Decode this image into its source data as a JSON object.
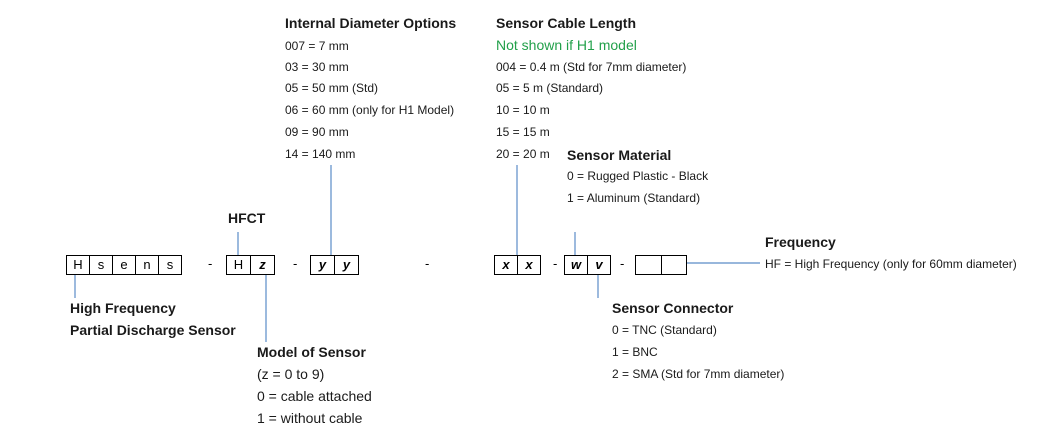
{
  "code": {
    "prefix_letters": [
      "H",
      "s",
      "e",
      "n",
      "s"
    ],
    "hfct_letters": [
      "H",
      "z"
    ],
    "diameter_letters": [
      "y",
      "y"
    ],
    "cable_letters": [
      "x",
      "x"
    ],
    "connector_letters": [
      "w",
      "v"
    ],
    "frequency_letters": [
      "",
      ""
    ],
    "separators": [
      "-",
      "-",
      "-",
      "-",
      "-",
      "-"
    ]
  },
  "hfct": {
    "title": "HFCT"
  },
  "diameter": {
    "title": "Internal Diameter Options",
    "options": [
      "007 = 7 mm",
      "03 = 30 mm",
      "05 = 50 mm  (Std)",
      "06 = 60 mm (only for H1 Model)",
      "09 = 90 mm",
      "14 = 140 mm"
    ]
  },
  "cable": {
    "title": "Sensor Cable Length",
    "note": "Not shown if H1 model",
    "options": [
      "004 = 0.4 m  (Std for 7mm diameter)",
      "05 = 5 m  (Standard)",
      "10 = 10 m",
      "15 = 15 m",
      "20 = 20 m"
    ]
  },
  "material": {
    "title": "Sensor Material",
    "options": [
      "0 = Rugged Plastic - Black",
      "1 = Aluminum (Standard)"
    ]
  },
  "frequency": {
    "title": "Frequency",
    "options": [
      "HF = High Frequency (only for 60mm diameter)"
    ]
  },
  "sensor_type": {
    "line1": "High Frequency",
    "line2": "Partial Discharge Sensor"
  },
  "model": {
    "title": "Model of Sensor",
    "options": [
      "(z = 0 to 9)",
      "0 = cable attached",
      "1 = without cable"
    ]
  },
  "connector": {
    "title": "Sensor Connector",
    "options": [
      "0 = TNC (Standard)",
      "1 = BNC",
      "2 = SMA (Std for 7mm diameter)"
    ]
  },
  "colors": {
    "leader": "#5b8cc8",
    "note": "#22a04a",
    "box_border": "#000000"
  }
}
